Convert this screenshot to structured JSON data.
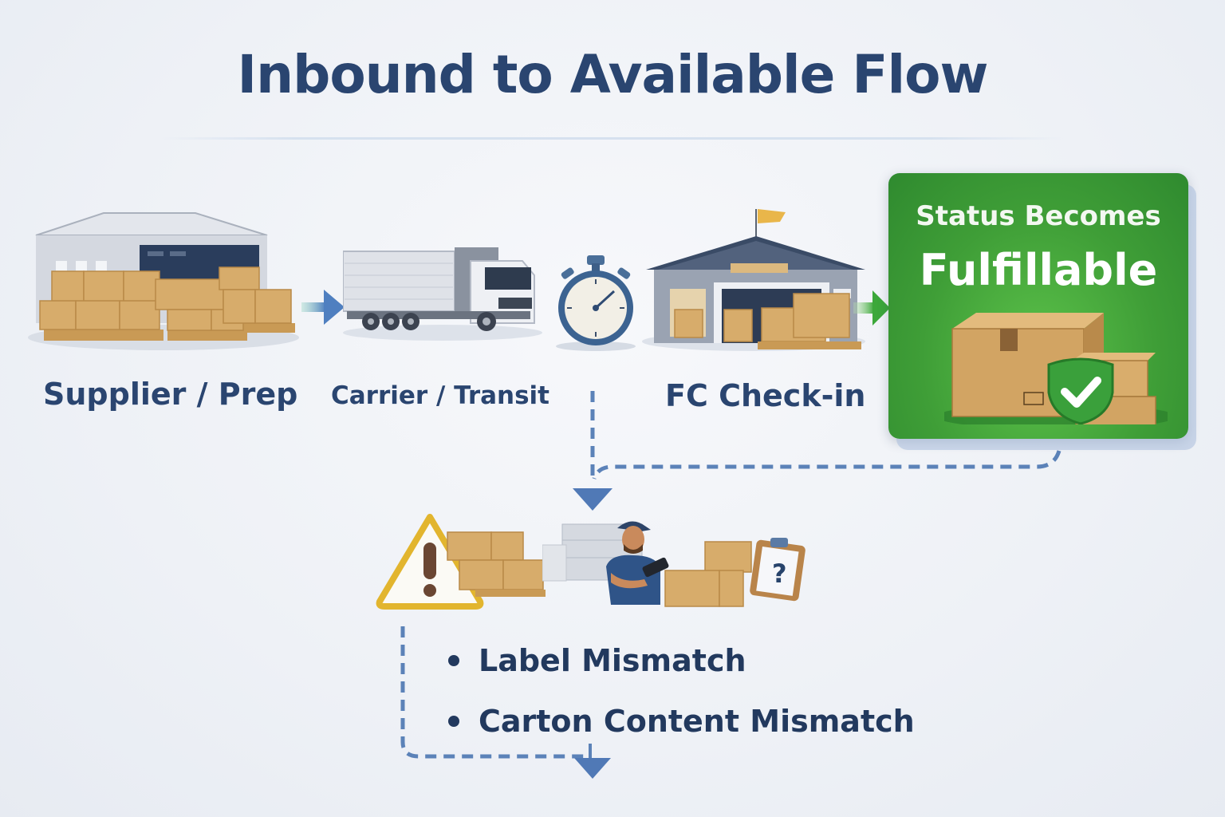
{
  "title": "Inbound to Available Flow",
  "stages": [
    {
      "label": "Supplier / Prep",
      "icon": "warehouse-with-pallets-icon"
    },
    {
      "label": "Carrier / Transit",
      "icon": "truck-icon"
    },
    {
      "label": "",
      "icon": "stopwatch-icon"
    },
    {
      "label": "FC Check-in",
      "icon": "fulfillment-center-icon"
    }
  ],
  "status_card": {
    "line1": "Status Becomes",
    "line2": "Fulfillable",
    "icon": "shield-check-icon",
    "color": "#3f9e37"
  },
  "exception": {
    "icons": [
      "warning-triangle-icon",
      "worker-scanning-icon",
      "clipboard-question-icon"
    ],
    "issues": [
      "Label Mismatch",
      "Carton Content Mismatch"
    ]
  },
  "colors": {
    "title": "#2a4570",
    "arrow_blue": "#4f7fc0",
    "arrow_green": "#3ca83a",
    "dash": "#5b82b8",
    "box": "#d7ac6b"
  }
}
